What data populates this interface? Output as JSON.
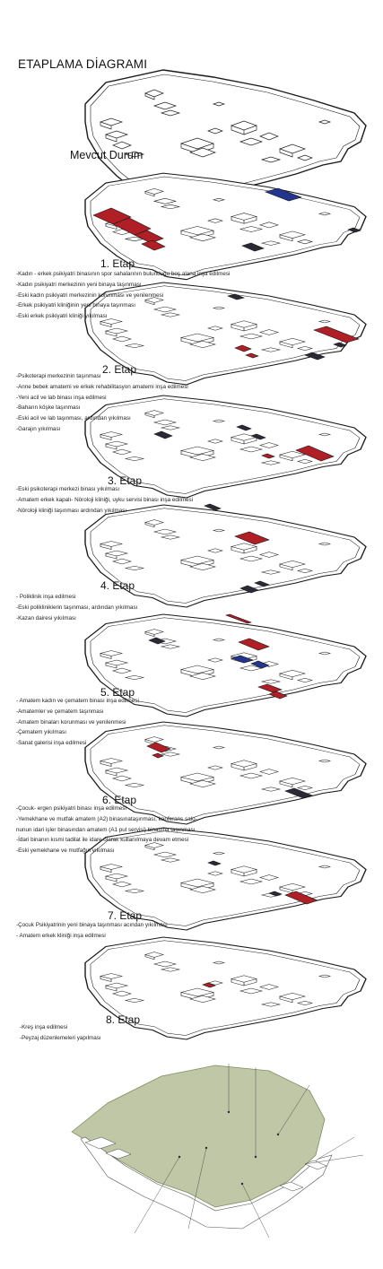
{
  "title": "ETAPLAMA DİAGRAMI",
  "colors": {
    "demolish": "#b01e26",
    "new": "#22358f",
    "existing_dark": "#2a2a36",
    "outline": "#1a1a1a",
    "landscape": "#a9b48a"
  },
  "stages": [
    {
      "label": "Mevcut Durum",
      "notes": []
    },
    {
      "label": "1. Etap",
      "notes": [
        "-Kadın - erkek psikiyatri binasının spor sahalarının bulunduğu boş alana inşa edilmesi",
        "-Kadın psikiyatri merkezinin yeni binaya taşınması",
        "-Eski kadın psikiyatri merkezinin korunması ve yenilenmesi",
        "-Erkek psikiyatri kliniğinin yeni binaya taşınması",
        "-Eski erkek psikiyatri kliniği yıkılması"
      ]
    },
    {
      "label": "2. Etap",
      "notes": [
        "-Psikoterapi merkezinin taşınması",
        "-Anne bebek amatemi ve erkek rehabilitasyon amatemi inşa edilmesi",
        "-Yeni acil ve lab binası inşa edilmesi",
        "-Baharın köşke taşınması",
        "-Eski acil ve lab taşınması, ardından yıkılması",
        "-Garajın yıkılması"
      ]
    },
    {
      "label": "3. Etap",
      "notes": [
        "-Eski psikoterapi merkezi binası yıkılması",
        "-Amatem erkek kapalı- Nöroloji kliniği, uyku servisi binası inşa edilmesi",
        "-Nöroloji kliniği taşınması ardından yıkılması"
      ]
    },
    {
      "label": "4. Etap",
      "notes": [
        "- Poliklinik inşa edilmesi",
        "-Eski polikliniklerin taşınması, ardından yıkılması",
        "-Kazan dairesi yıkılması"
      ]
    },
    {
      "label": "5. Etap",
      "notes": [
        "- Amatem kadın ve çematem binası inşa edilmesi",
        "-Amatemler ve çematem taşınması",
        "-Amatem binaları korunması ve yenilenmesi",
        "-Çematem yıkılması",
        "-Sanat galerisi inşa edilmesi"
      ]
    },
    {
      "label": "6. Etap",
      "notes": [
        "-Çocuk- ergen psikiyatri binası inşa edilmesi",
        "-Yemekhane ve mutfak amatem (A2) binasınataşınması, konferans salo-",
        "nunun idari işler binasından amatem (A1 pul servisi) binasına taşınması",
        "-İdari binanın kısmi tadilat ile idare olarak kullanılmaya devam etmesi",
        "-Eski yemekhane ve mutfağın yıkılması"
      ]
    },
    {
      "label": "7. Etap",
      "notes": [
        "-Çocuk Psikiyatrinin yeni binaya taşınması acından yıkılması",
        "- Amatem erkek kliniği inşa edilmesi"
      ]
    },
    {
      "label": "8. Etap",
      "notes": [
        "-Kreş inşa edilmesi",
        "-Peyzaj düzenlemeleri yapılması"
      ]
    }
  ]
}
